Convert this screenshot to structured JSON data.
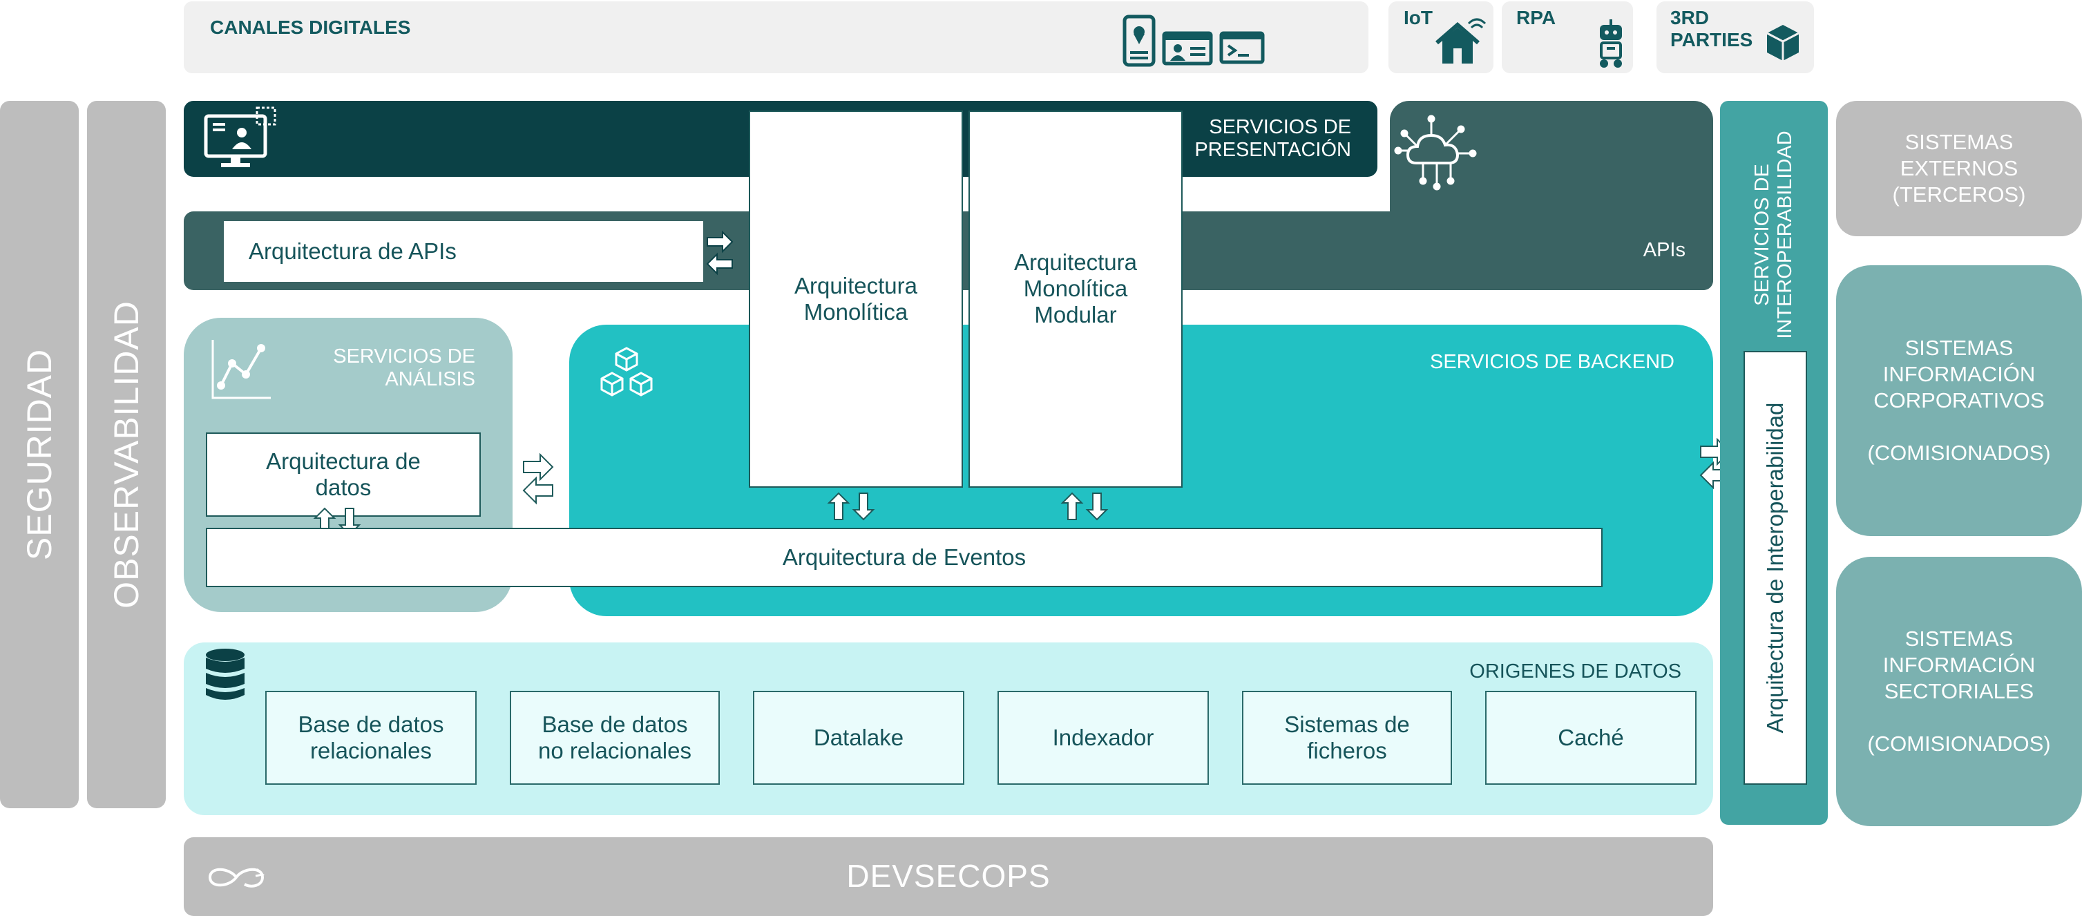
{
  "top_bar": {
    "canales": "CANALES DIGITALES",
    "iot": "IoT",
    "rpa": "RPA",
    "third_parties": "3RD\nPARTIES"
  },
  "side": {
    "seguridad": "SEGURIDAD",
    "observabilidad": "OBSERVABILIDAD"
  },
  "presentacion": {
    "label": "SERVICIOS DE\nPRESENTACIÓN"
  },
  "apis": {
    "label": "APIs",
    "arquitectura": "Arquitectura de APIs"
  },
  "monoliticas": {
    "mono": "Arquitectura\nMonolítica",
    "modular": "Arquitectura\nMonolítica\nModular"
  },
  "analisis": {
    "label": "SERVICIOS DE\nANÁLISIS",
    "datos": "Arquitectura de\ndatos"
  },
  "backend": {
    "label": "SERVICIOS DE BACKEND"
  },
  "eventos": {
    "label": "Arquitectura de Eventos"
  },
  "origenes": {
    "label": "ORIGENES DE DATOS",
    "items": [
      "Base de datos\nrelacionales",
      "Base de datos\nno relacionales",
      "Datalake",
      "Indexador",
      "Sistemas de\nficheros",
      "Caché"
    ]
  },
  "interop": {
    "label": "SERVICIOS DE\nINTEROPERABILIDAD",
    "arquitectura": "Arquitectura de Interoperabilidad"
  },
  "externos": {
    "terceros": "SISTEMAS\nEXTERNOS\n(TERCEROS)",
    "corporativos": "SISTEMAS\nINFORMACIÓN\nCORPORATIVOS\n\n(COMISIONADOS)",
    "sectoriales": "SISTEMAS\nINFORMACIÓN\nSECTORIALES\n\n(COMISIONADOS)"
  },
  "devsecops": {
    "label": "DEVSECOPS"
  },
  "colors": {
    "dark_teal": "#0b4146",
    "apis_teal": "#3a6363",
    "backend_teal": "#22c1c3",
    "analisis_gray": "#a4cbca",
    "origenes_light": "#c8f3f3",
    "interop_teal": "#43a4a3",
    "gray": "#bdbdbd",
    "light_gray": "#f0f0f0",
    "external_teal": "#7bb1b0"
  },
  "icons": [
    "location-phone-icon",
    "contact-card-icon",
    "terminal-icon",
    "smart-home-icon",
    "robot-icon",
    "cube-icon",
    "monitor-user-icon",
    "cloud-network-icon",
    "chart-icon",
    "blocks-icon",
    "database-icon",
    "infinity-icon",
    "arrow-exchange-icon"
  ]
}
